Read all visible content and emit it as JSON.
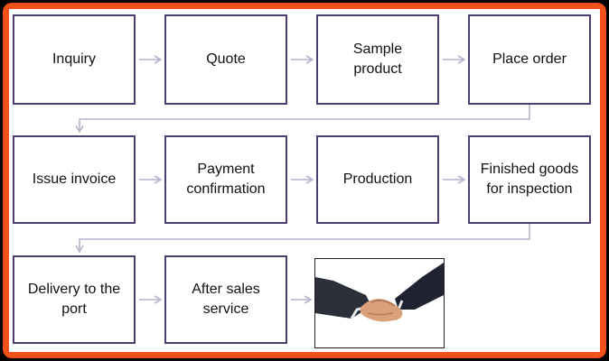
{
  "steps": [
    {
      "id": "inquiry",
      "label": "Inquiry"
    },
    {
      "id": "quote",
      "label": "Quote"
    },
    {
      "id": "sample-product",
      "label": "Sample product"
    },
    {
      "id": "place-order",
      "label": "Place order"
    },
    {
      "id": "issue-invoice",
      "label": "Issue invoice"
    },
    {
      "id": "payment-confirmation",
      "label": "Payment confirmation"
    },
    {
      "id": "production",
      "label": "Production"
    },
    {
      "id": "finished-goods",
      "label": "Finished goods for inspection"
    },
    {
      "id": "delivery",
      "label": "Delivery to the port"
    },
    {
      "id": "after-sales",
      "label": "After sales service"
    }
  ],
  "image": {
    "icon": "handshake-icon"
  },
  "colors": {
    "border": "#f4501a",
    "box_border": "#4e3d6f",
    "connector": "#b9b2cc"
  }
}
